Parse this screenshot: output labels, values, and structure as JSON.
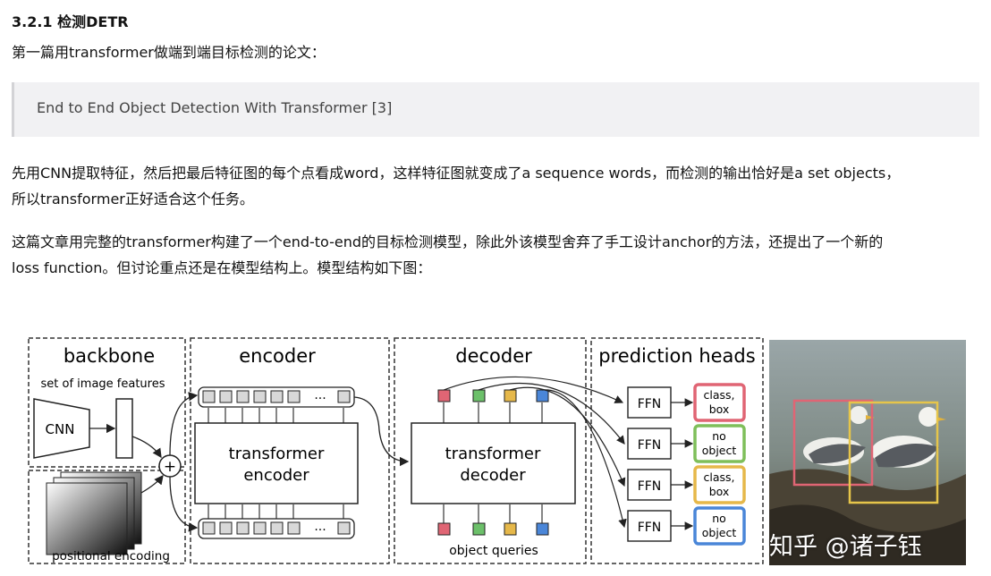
{
  "heading": "3.2.1 检测DETR",
  "intro": "第一篇用transformer做端到端目标检测的论文：",
  "quote": "End to End Object Detection With Transformer [3]",
  "para1_line1": "先用CNN提取特征，然后把最后特征图的每个点看成word，这样特征图就变成了a sequence words，而检测的输出恰好是a set objects，",
  "para1_line2": "所以transformer正好适合这个任务。",
  "para2_line1": "这篇文章用完整的transformer构建了一个end-to-end的目标检测模型，除此外该模型舍弃了手工设计anchor的方法，还提出了一个新的",
  "para2_line2": "loss function。但讨论重点还是在模型结构上。模型结构如下图：",
  "figure": {
    "backbone": "backbone",
    "set_of_features": "set of image features",
    "cnn": "CNN",
    "plus": "+",
    "positional": "positional encoding",
    "encoder": "encoder",
    "transformer_encoder_1": "transformer",
    "transformer_encoder_2": "encoder",
    "decoder": "decoder",
    "transformer_decoder_1": "transformer",
    "transformer_decoder_2": "decoder",
    "object_queries": "object queries",
    "prediction_heads": "prediction heads",
    "ffn": "FFN",
    "ellipsis": "···",
    "outputs": [
      {
        "l1": "class,",
        "l2": "box",
        "color": "#e06574"
      },
      {
        "l1": "no",
        "l2": "object",
        "color": "#7fbf5a"
      },
      {
        "l1": "class,",
        "l2": "box",
        "color": "#e6b84a"
      },
      {
        "l1": "no",
        "l2": "object",
        "color": "#4a86d8"
      }
    ],
    "query_colors": [
      "#e06574",
      "#6cc06a",
      "#e6b84a",
      "#4a86d8"
    ]
  },
  "watermark": "知乎 @诸子钰"
}
